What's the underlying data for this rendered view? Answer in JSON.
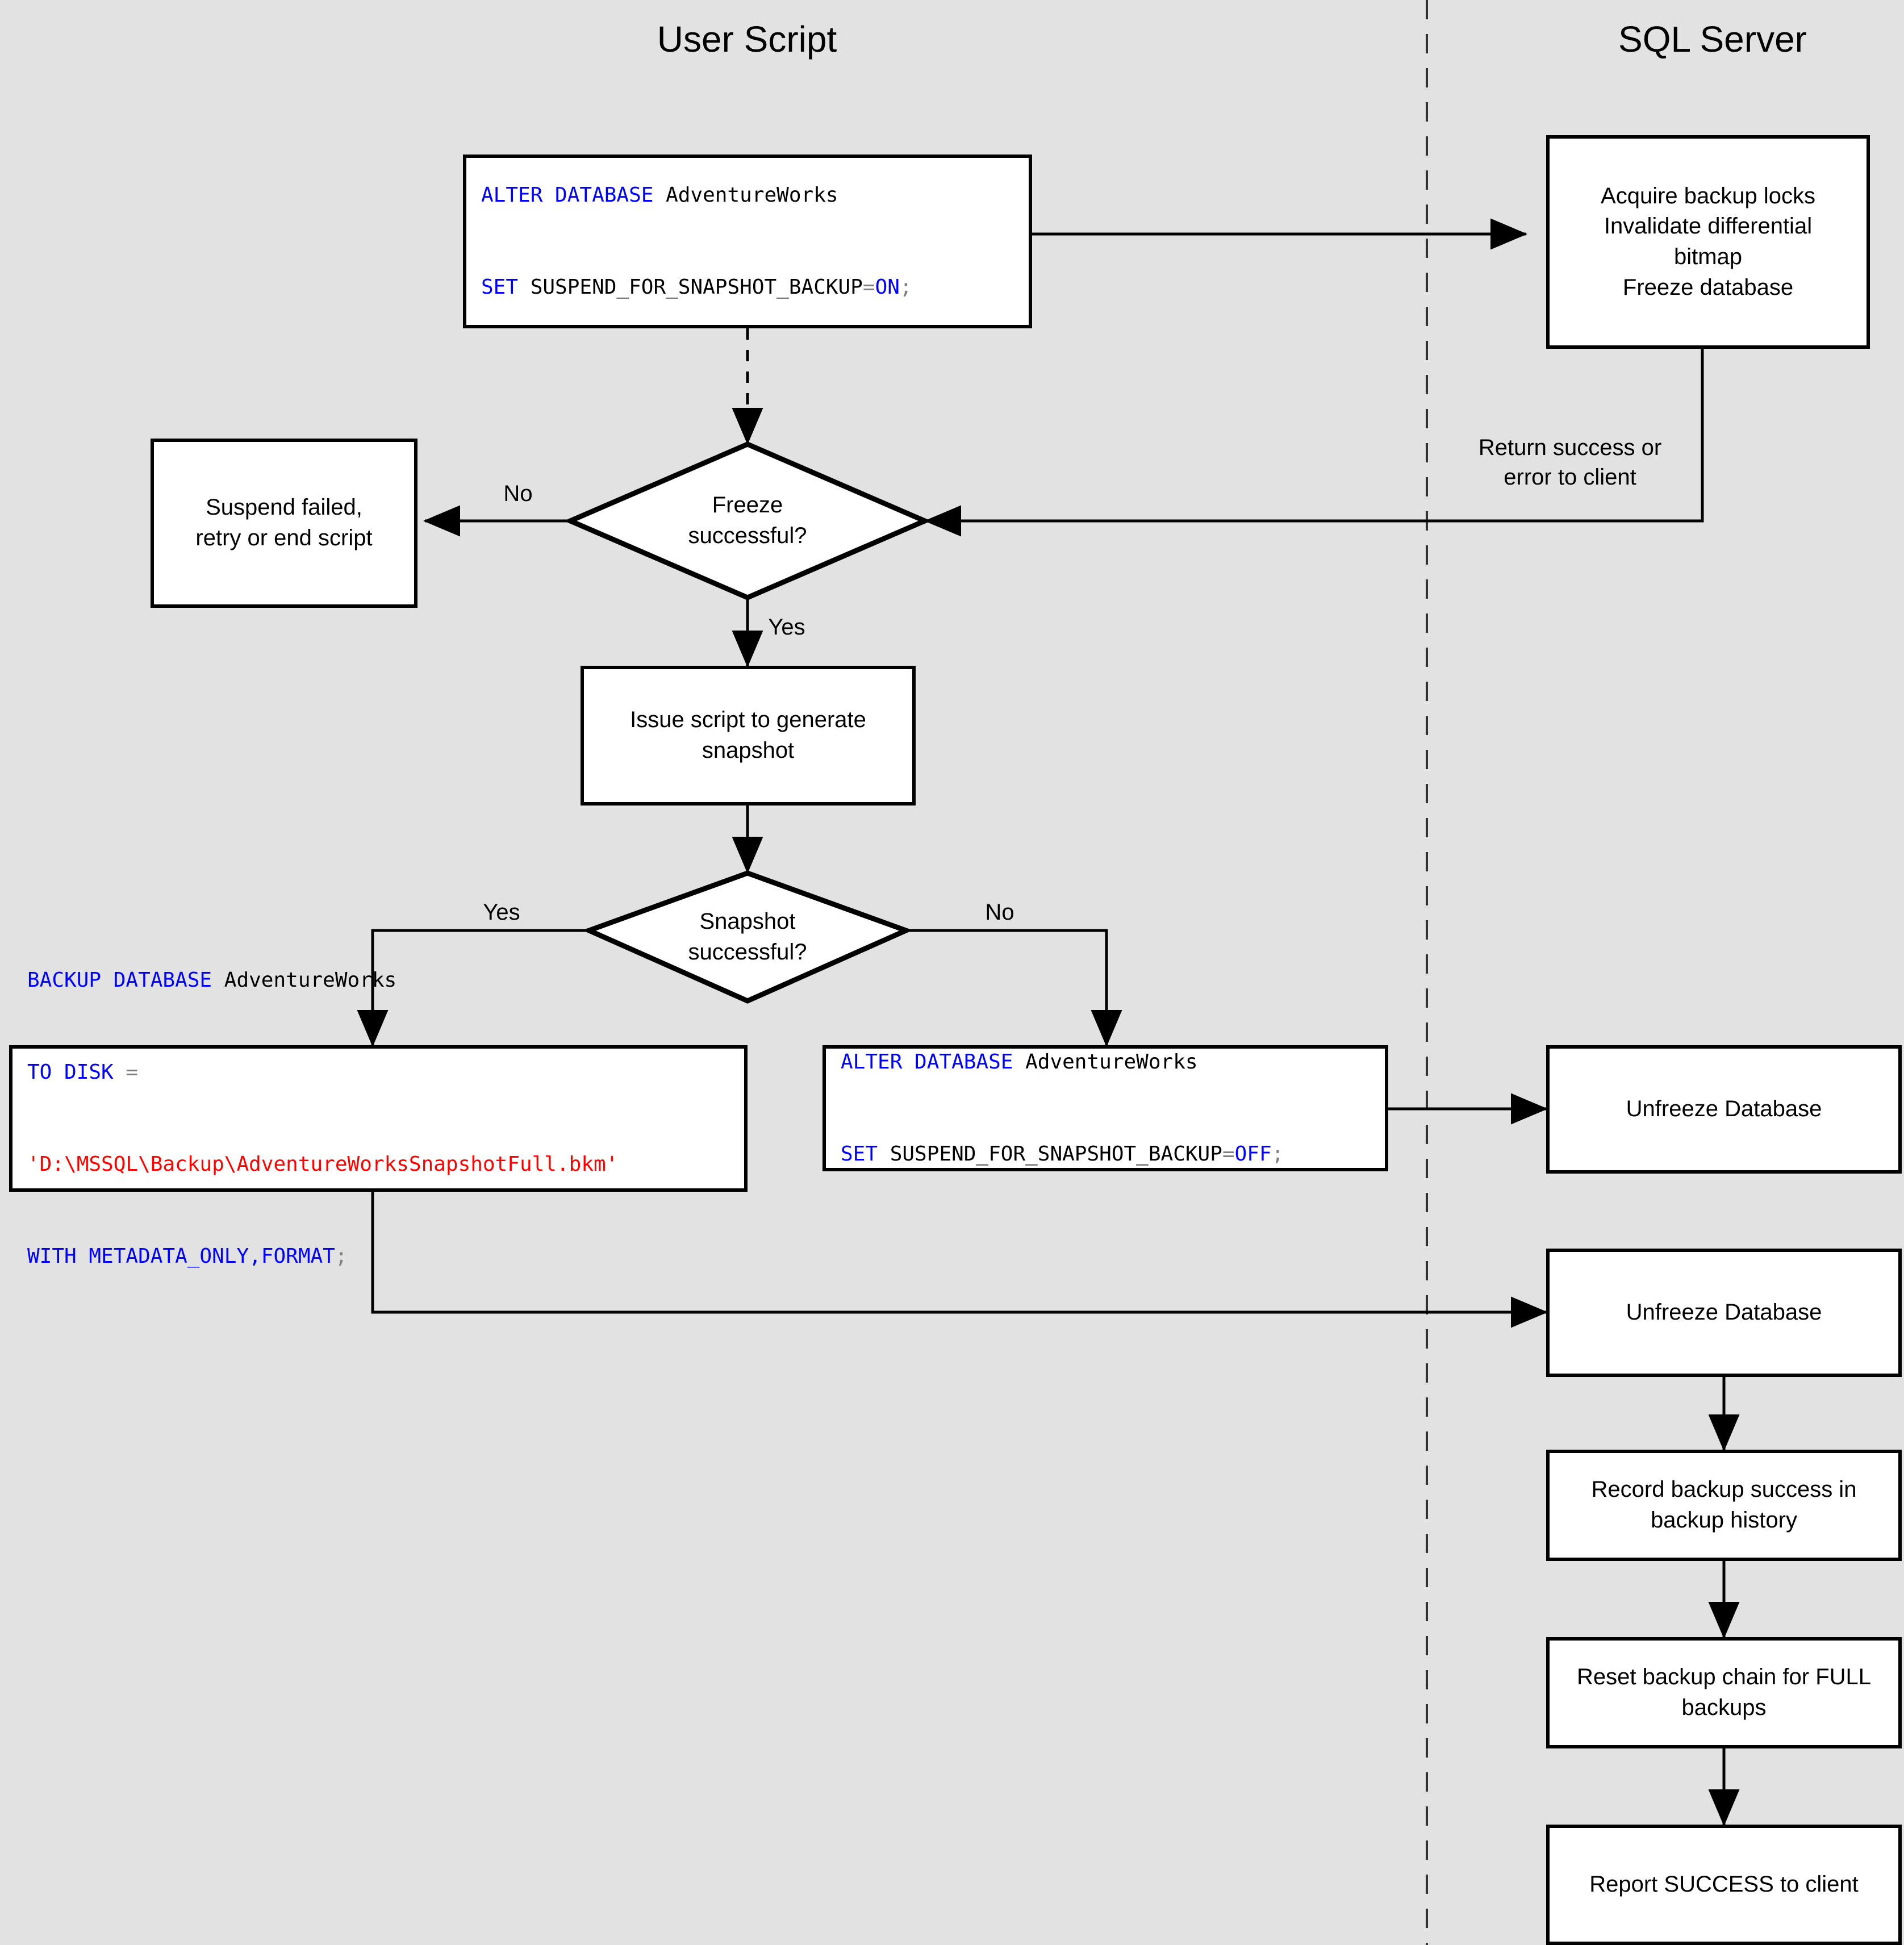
{
  "diagram": {
    "title": "SQL Server snapshot backup flow",
    "background_color": "#e2e2e2",
    "stroke_color": "#000000",
    "node_fill": "#ffffff",
    "keyword_color": "#0000ff",
    "string_color": "#ff0000",
    "operator_color": "#808080"
  },
  "lanes": [
    {
      "id": "user-script",
      "label": "User Script"
    },
    {
      "id": "sql-server",
      "label": "SQL Server"
    }
  ],
  "nodes": {
    "alter_on": {
      "type": "code",
      "lines": [
        [
          {
            "t": "ALTER DATABASE ",
            "c": "kw"
          },
          {
            "t": "AdventureWorks",
            "c": "pl"
          }
        ],
        [
          {
            "t": "SET ",
            "c": "kw"
          },
          {
            "t": "SUSPEND_FOR_SNAPSHOT_BACKUP",
            "c": "pl"
          },
          {
            "t": "=",
            "c": "op"
          },
          {
            "t": "ON",
            "c": "kw"
          },
          {
            "t": ";",
            "c": "op"
          }
        ]
      ],
      "plain": "ALTER DATABASE AdventureWorks SET SUSPEND_FOR_SNAPSHOT_BACKUP=ON;"
    },
    "acquire_locks": {
      "type": "process",
      "label": "Acquire backup locks\nInvalidate differential\nbitmap\nFreeze database"
    },
    "freeze_decision": {
      "type": "decision",
      "label": "Freeze\nsuccessful?"
    },
    "suspend_failed": {
      "type": "process",
      "label": "Suspend failed,\nretry or end script"
    },
    "issue_script": {
      "type": "process",
      "label": "Issue script to generate\nsnapshot"
    },
    "snapshot_decision": {
      "type": "decision",
      "label": "Snapshot\nsuccessful?"
    },
    "backup_database": {
      "type": "code",
      "lines": [
        [
          {
            "t": "BACKUP DATABASE ",
            "c": "kw"
          },
          {
            "t": "AdventureWorks",
            "c": "pl"
          }
        ],
        [
          {
            "t": "TO DISK ",
            "c": "kw"
          },
          {
            "t": "=",
            "c": "op"
          }
        ],
        [
          {
            "t": "'D:\\MSSQL\\Backup\\AdventureWorksSnapshotFull.bkm'",
            "c": "str"
          }
        ],
        [
          {
            "t": "WITH METADATA_ONLY,FORMAT",
            "c": "kw"
          },
          {
            "t": ";",
            "c": "op"
          }
        ]
      ],
      "plain": "BACKUP DATABASE AdventureWorks TO DISK = 'D:\\MSSQL\\Backup\\AdventureWorksSnapshotFull.bkm' WITH METADATA_ONLY,FORMAT;"
    },
    "alter_off": {
      "type": "code",
      "lines": [
        [
          {
            "t": "ALTER DATABASE ",
            "c": "kw"
          },
          {
            "t": "AdventureWorks",
            "c": "pl"
          }
        ],
        [
          {
            "t": "SET ",
            "c": "kw"
          },
          {
            "t": "SUSPEND_FOR_SNAPSHOT_BACKUP",
            "c": "pl"
          },
          {
            "t": "=",
            "c": "op"
          },
          {
            "t": "OFF",
            "c": "kw"
          },
          {
            "t": ";",
            "c": "op"
          }
        ]
      ],
      "plain": "ALTER DATABASE AdventureWorks SET SUSPEND_FOR_SNAPSHOT_BACKUP=OFF;"
    },
    "unfreeze_1": {
      "type": "process",
      "label": "Unfreeze Database"
    },
    "unfreeze_2": {
      "type": "process",
      "label": "Unfreeze Database"
    },
    "record_backup": {
      "type": "process",
      "label": "Record backup success in\nbackup history"
    },
    "reset_chain": {
      "type": "process",
      "label": "Reset backup chain for FULL\nbackups"
    },
    "report_success": {
      "type": "process",
      "label": "Report SUCCESS to client"
    }
  },
  "edge_labels": {
    "return_status": "Return success or\nerror to client",
    "freeze_no": "No",
    "freeze_yes": "Yes",
    "snapshot_yes": "Yes",
    "snapshot_no": "No"
  }
}
